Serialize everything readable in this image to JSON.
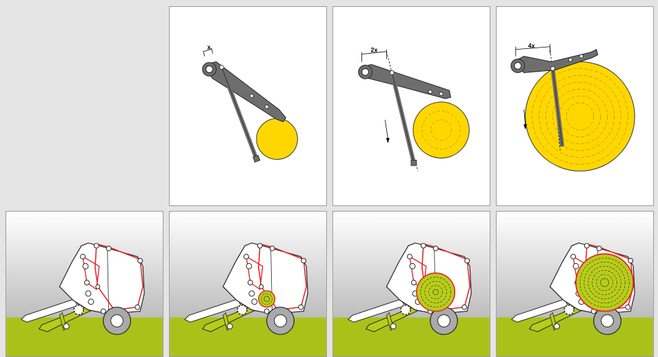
{
  "arm_panels": [
    {
      "offset_label": "x"
    },
    {
      "offset_label": "2x"
    },
    {
      "offset_label": "4x"
    }
  ],
  "baler_panels": [
    {
      "bale_stage": "empty"
    },
    {
      "bale_stage": "small"
    },
    {
      "bale_stage": "medium"
    },
    {
      "bale_stage": "full"
    }
  ],
  "colors": {
    "bale_yellow": "#ffd700",
    "bale_green": "#b8cc1a",
    "belt_red": "#e8242a",
    "arm_grey": "#6e6e6e",
    "ground_green": "#a9c21a",
    "sky_grey": "#c9c9c9"
  }
}
